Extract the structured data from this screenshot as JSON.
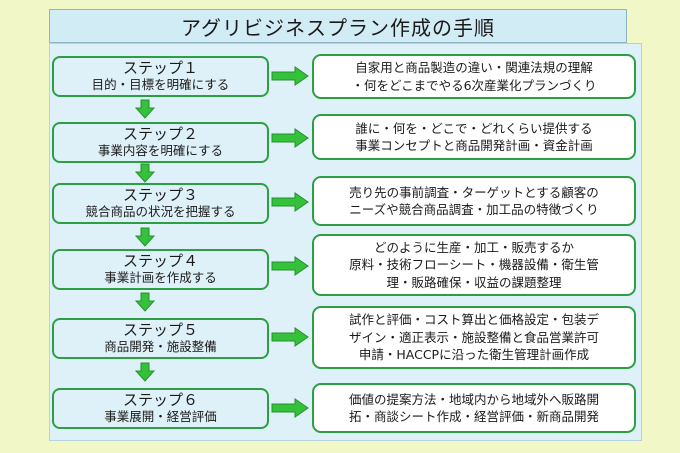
{
  "title": "アグリビジネスプラン作成の手順",
  "steps": [
    {
      "title": "ステップ１",
      "sub": "目的・目標を明確にする",
      "desc": [
        "自家用と商品製造の違い・関連法規の理解",
        "・何をどこまでやる6次産業化プランづくり"
      ]
    },
    {
      "title": "ステップ２",
      "sub": "事業内容を明確にする",
      "desc": [
        "誰に・何を・どこで・どれくらい提供する",
        "事業コンセプトと商品開発計画・資金計画"
      ]
    },
    {
      "title": "ステップ３",
      "sub": "競合商品の状況を把握する",
      "desc": [
        "売り先の事前調査・ターゲットとする顧客の",
        "ニーズや競合商品調査・加工品の特徴づくり"
      ]
    },
    {
      "title": "ステップ４",
      "sub": "事業計画を作成する",
      "desc": [
        "どのように生産・加工・販売するか",
        "原料・技術フローシート・機器設備・衛生管",
        "理・販路確保・収益の課題整理"
      ]
    },
    {
      "title": "ステップ５",
      "sub": "商品開発・施設整備",
      "desc": [
        "試作と評価・コスト算出と価格設定・包装デ",
        "ザイン・適正表示・施設整備と食品営業許可",
        "申請・HACCPに沿った衛生管理計画作成"
      ]
    },
    {
      "title": "ステップ６",
      "sub": "事業展開・経営評価",
      "desc": [
        "価値の提案方法・地域内から地域外へ販路開",
        "拓・商談シート作成・経営評価・新商品開発"
      ]
    }
  ],
  "colors": {
    "accent": "#2e9e45",
    "arrow": "#33c23a",
    "panel": "#dff1f8",
    "page": "#f1f7c6"
  }
}
